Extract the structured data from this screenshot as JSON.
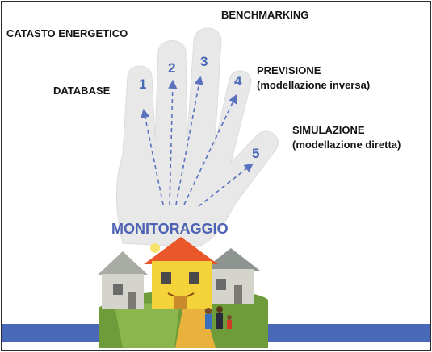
{
  "diagram": {
    "hub_label": "MONITORAGGIO",
    "branches": [
      {
        "number": "1",
        "label": "DATABASE",
        "label_line2": ""
      },
      {
        "number": "2",
        "label": "CATASTO ENERGETICO",
        "label_line2": ""
      },
      {
        "number": "3",
        "label": "BENCHMARKING",
        "label_line2": ""
      },
      {
        "number": "4",
        "label": "PREVISIONE",
        "label_line2": "(modellazione inversa)"
      },
      {
        "number": "5",
        "label": "SIMULAZIONE",
        "label_line2": "(modellazione diretta)"
      }
    ]
  },
  "colors": {
    "accent_blue": "#4a68b8",
    "hub_text": "#4c62b4",
    "arrow": "#5a72c0",
    "hand": "#e6e6e6",
    "ground": "#6e9c3a",
    "house_main": "#f4d23a",
    "roof_main": "#e9572a",
    "house_side": "#d4d4cc"
  },
  "illustration": {
    "hand_icon": "open-hand-icon",
    "houses_icon": "houses-icon",
    "family_icon": "family-icon"
  }
}
